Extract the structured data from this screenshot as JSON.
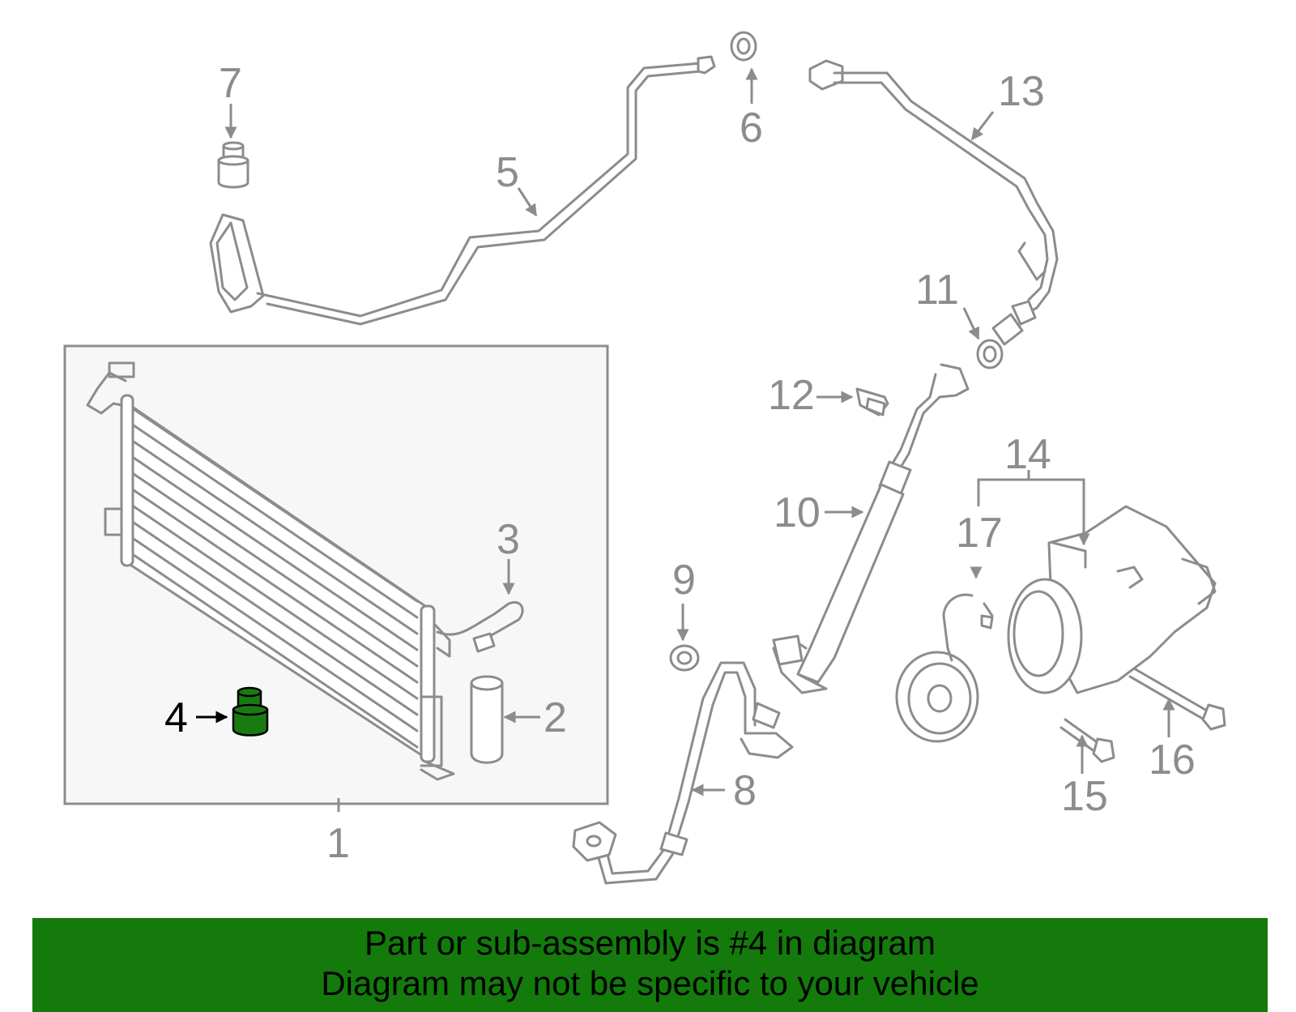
{
  "highlight_color": "#1a7a12",
  "banner_color": "#137a0b",
  "callouts": {
    "c1": "1",
    "c2": "2",
    "c3": "3",
    "c4": "4",
    "c5": "5",
    "c6": "6",
    "c7": "7",
    "c8": "8",
    "c9": "9",
    "c10": "10",
    "c11": "11",
    "c12": "12",
    "c13": "13",
    "c14": "14",
    "c15": "15",
    "c16": "16",
    "c17": "17"
  },
  "banner": {
    "line1": "Part or sub-assembly is #4 in diagram",
    "line2": "Diagram may not be specific to your vehicle"
  }
}
